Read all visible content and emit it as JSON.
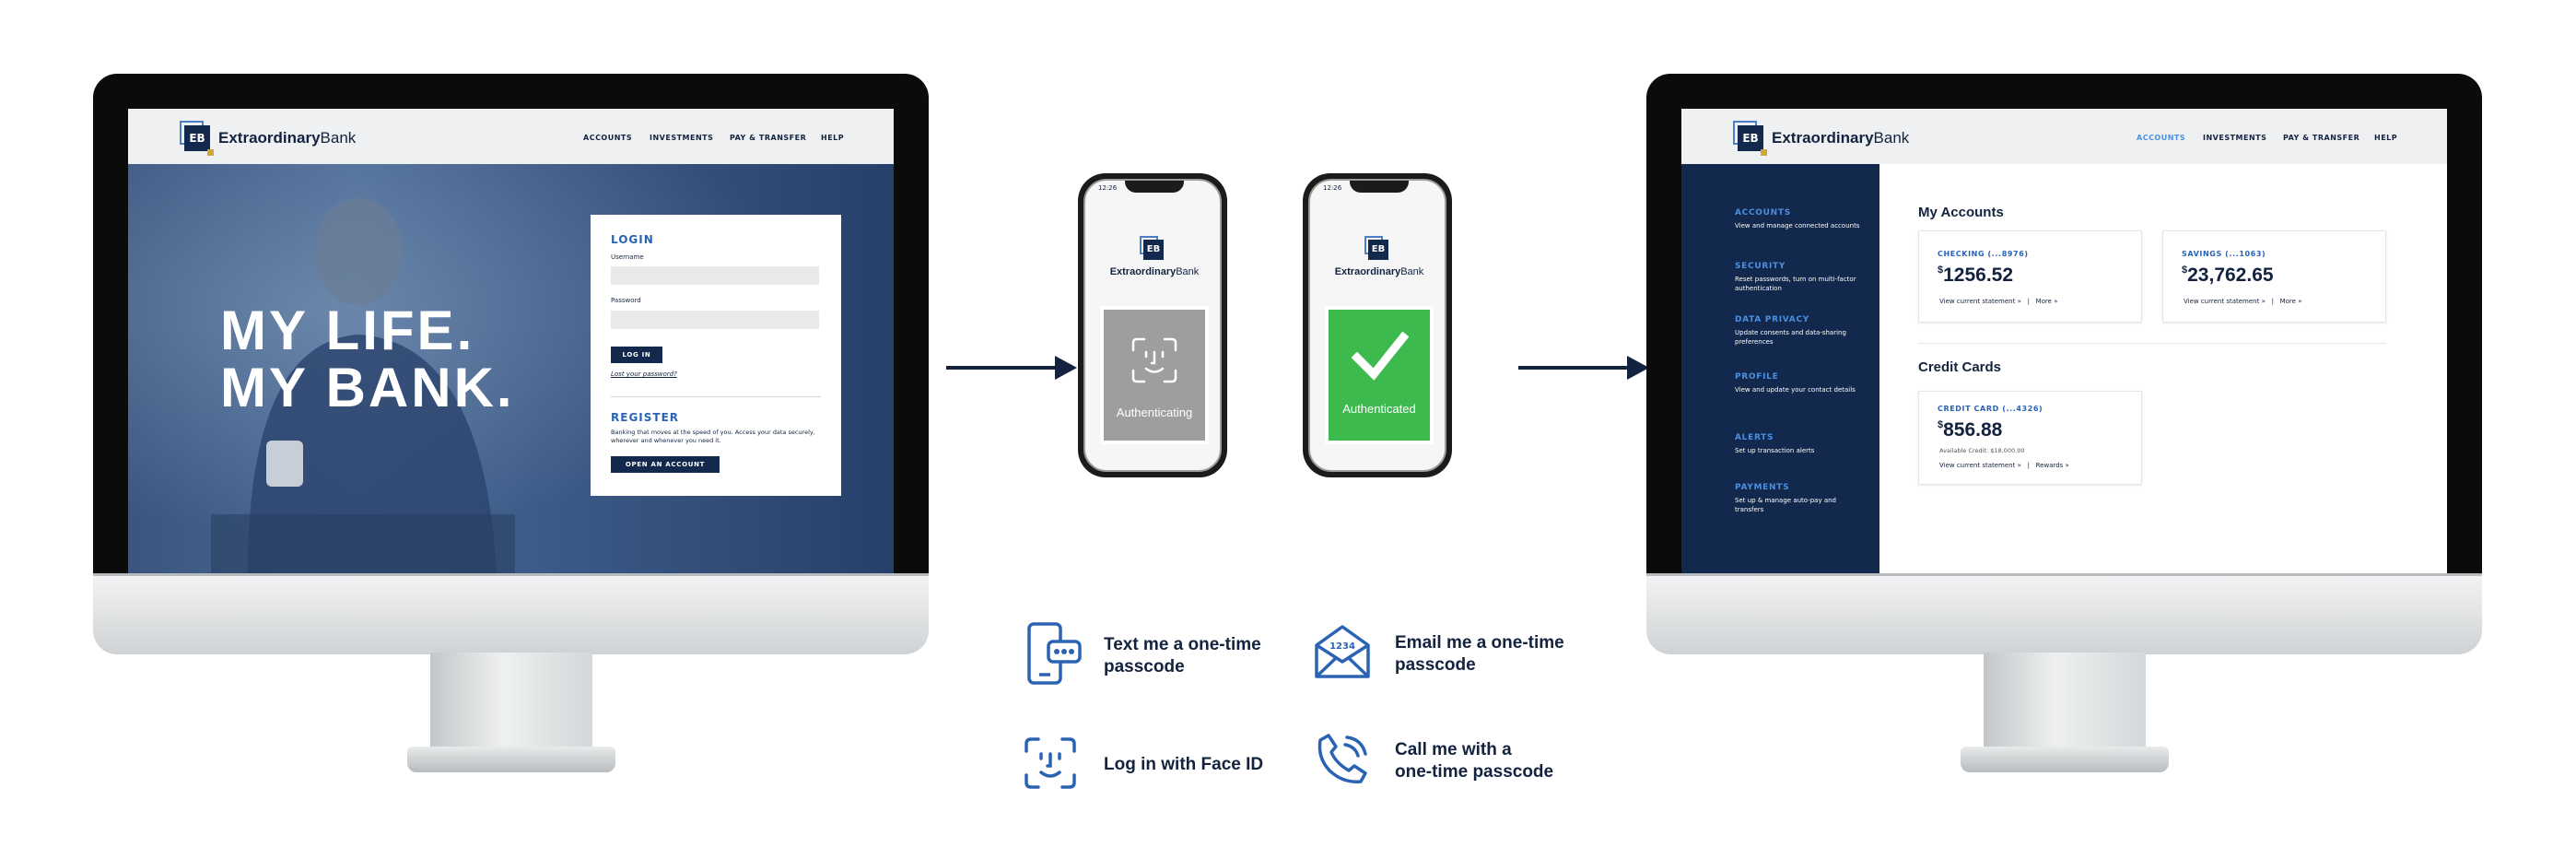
{
  "brand": {
    "logo": "EB",
    "name_bold": "Extraordinary",
    "name_regular": "Bank"
  },
  "nav": {
    "accounts": "ACCOUNTS",
    "investments": "INVESTMENTS",
    "pay_transfer": "PAY & TRANSFER",
    "help": "HELP"
  },
  "login_page": {
    "hero_line1": "MY LIFE.",
    "hero_line2": "MY BANK.",
    "login_title": "LOGIN",
    "username_label": "Username",
    "password_label": "Password",
    "login_button": "LOG IN",
    "lost_password": "Lost your password?",
    "register_title": "REGISTER",
    "register_text": "Banking that moves at the speed of you. Access your data securely, wherever and whenever you need it.",
    "open_account_button": "OPEN AN ACCOUNT"
  },
  "phones": {
    "time": "12:26",
    "authenticating": "Authenticating",
    "authenticated": "Authenticated",
    "colors": {
      "authenticating": "#9e9e9e",
      "authenticated": "#3dba4e"
    }
  },
  "options": {
    "text": {
      "line1": "Text me a one-time",
      "line2": "passcode",
      "icon": "phone-message-icon"
    },
    "email": {
      "line1": "Email me a one-time",
      "line2": "passcode",
      "icon": "envelope-icon",
      "code": "1234"
    },
    "face": {
      "line1": "Log in with Face ID",
      "icon": "face-id-icon"
    },
    "call": {
      "line1": "Call me with a",
      "line2": "one-time passcode",
      "icon": "phone-call-icon"
    }
  },
  "dashboard": {
    "sidebar": [
      {
        "title": "ACCOUNTS",
        "desc": "View and manage connected accounts"
      },
      {
        "title": "SECURITY",
        "desc": "Reset passwords, turn on multi-factor authentication"
      },
      {
        "title": "DATA PRIVACY",
        "desc": "Update consents and data-sharing preferences"
      },
      {
        "title": "PROFILE",
        "desc": "View and update your contact details"
      },
      {
        "title": "ALERTS",
        "desc": "Set up transaction alerts"
      },
      {
        "title": "PAYMENTS",
        "desc": "Set up & manage auto-pay and transfers"
      }
    ],
    "my_accounts_title": "My Accounts",
    "credit_cards_title": "Credit Cards",
    "currency": "$",
    "checking": {
      "name": "CHECKING (...8976)",
      "balance": "1256.52",
      "link1": "View current statement »",
      "sep": "|",
      "link2": "More »"
    },
    "savings": {
      "name": "SAVINGS (...1063)",
      "balance": "23,762.65",
      "link1": "View current statement »",
      "sep": "|",
      "link2": "More »"
    },
    "credit": {
      "name": "CREDIT CARD (...4326)",
      "balance": "856.88",
      "available": "Available Credit: $18,000.00",
      "link1": "View current statement »",
      "sep": "|",
      "link2": "Rewards »"
    }
  },
  "colors": {
    "navy": "#12284c",
    "accent_blue": "#2b63b4",
    "light_blue": "#4a90e2"
  }
}
